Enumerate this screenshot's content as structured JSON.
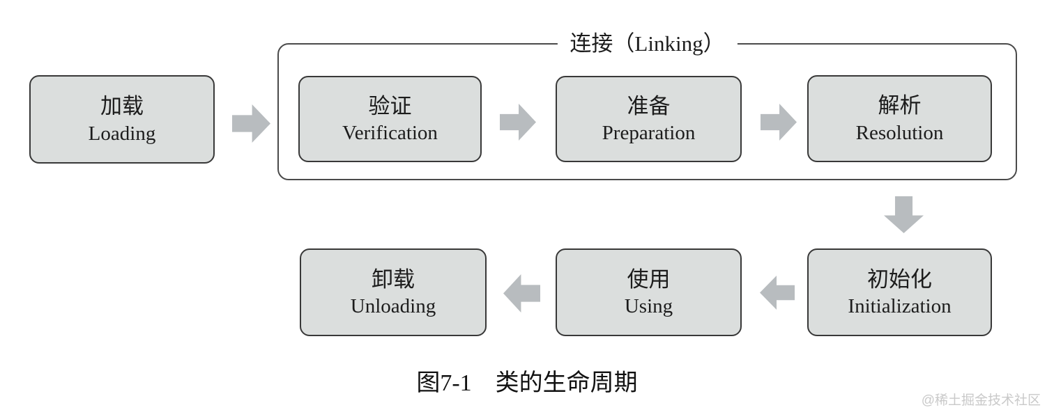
{
  "diagram": {
    "title_caption": "图7-1　类的生命周期",
    "watermark": "@稀土掘金技术社区",
    "linking_group": {
      "label": "连接（Linking）",
      "contains": [
        "verification",
        "preparation",
        "resolution"
      ]
    },
    "stages": [
      {
        "id": "loading",
        "zh": "加载",
        "en": "Loading"
      },
      {
        "id": "verification",
        "zh": "验证",
        "en": "Verification"
      },
      {
        "id": "preparation",
        "zh": "准备",
        "en": "Preparation"
      },
      {
        "id": "resolution",
        "zh": "解析",
        "en": "Resolution"
      },
      {
        "id": "initialization",
        "zh": "初始化",
        "en": "Initialization"
      },
      {
        "id": "using",
        "zh": "使用",
        "en": "Using"
      },
      {
        "id": "unloading",
        "zh": "卸载",
        "en": "Unloading"
      }
    ],
    "flow": [
      "loading -> verification",
      "verification -> preparation",
      "preparation -> resolution",
      "resolution -> initialization",
      "initialization -> using",
      "using -> unloading"
    ],
    "colors": {
      "background": "#ffffff",
      "box_fill": "#dbdedd",
      "box_border": "#383838",
      "group_border": "#4a4a4a",
      "arrow": "#b8bcbf",
      "text": "#1c1c1c",
      "watermark": "#c9c9c9"
    }
  }
}
